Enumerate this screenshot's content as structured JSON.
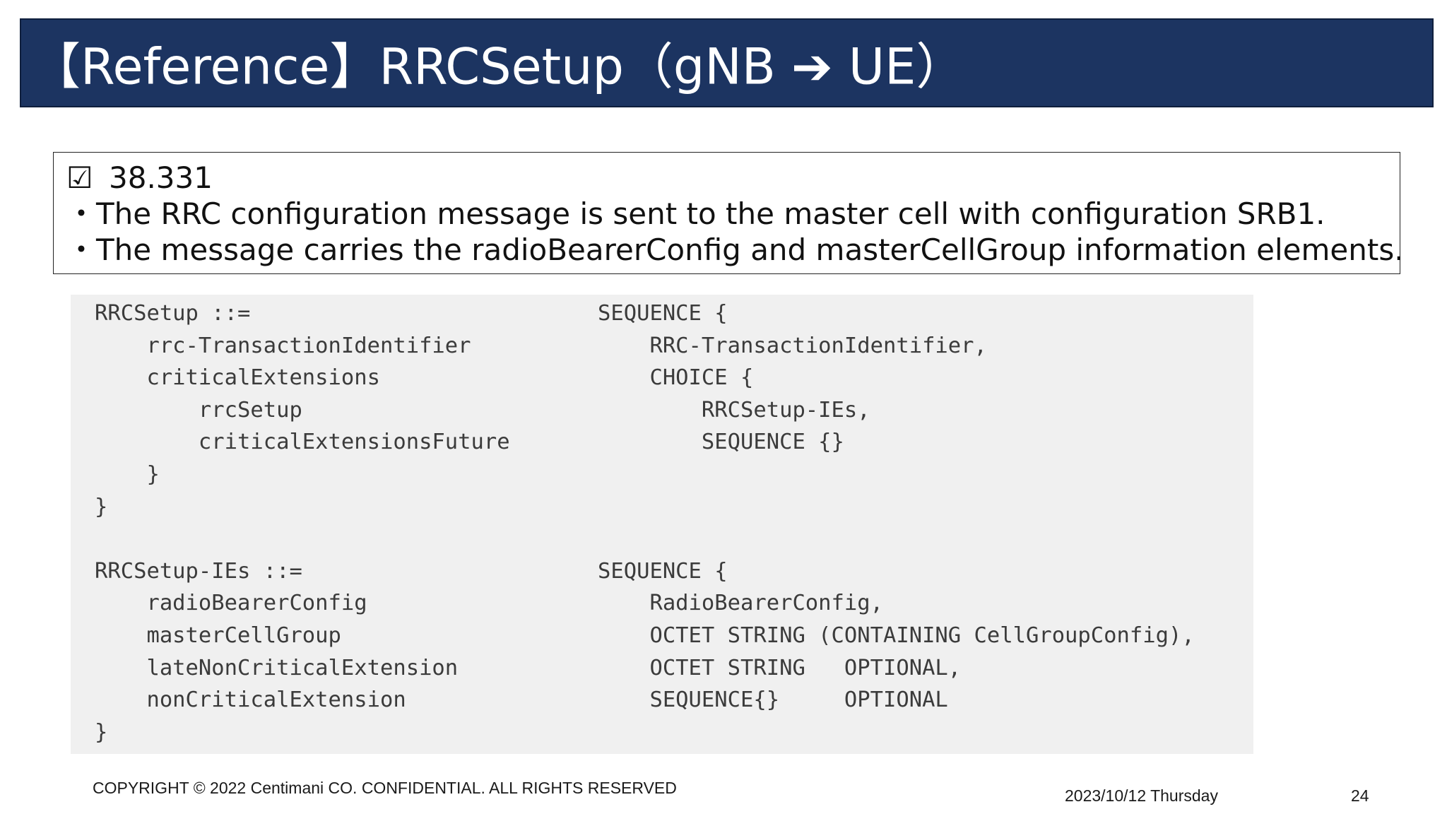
{
  "slide": {
    "title": "【Reference】RRCSetup（gNB ➔ UE）",
    "info": {
      "checkbox_icon": "ballot-box-with-check-icon",
      "checkbox_glyph": "☑",
      "spec": "38.331",
      "bullet1": "・The RRC configuration message is sent to the master cell with configuration SRB1.",
      "bullet2": "・The message carries the radioBearerConfig and masterCellGroup information elements."
    },
    "code": [
      {
        "left": "RRCSetup ::=",
        "right": "SEQUENCE {"
      },
      {
        "left": "    rrc-TransactionIdentifier",
        "right": "    RRC-TransactionIdentifier,"
      },
      {
        "left": "    criticalExtensions",
        "right": "    CHOICE {"
      },
      {
        "left": "        rrcSetup",
        "right": "        RRCSetup-IEs,"
      },
      {
        "left": "        criticalExtensionsFuture",
        "right": "        SEQUENCE {}"
      },
      {
        "left": "    }",
        "right": ""
      },
      {
        "left": "}",
        "right": ""
      },
      {
        "left": "",
        "right": ""
      },
      {
        "left": "RRCSetup-IEs ::=",
        "right": "SEQUENCE {"
      },
      {
        "left": "    radioBearerConfig",
        "right": "    RadioBearerConfig,"
      },
      {
        "left": "    masterCellGroup",
        "right": "    OCTET STRING (CONTAINING CellGroupConfig),"
      },
      {
        "left": "    lateNonCriticalExtension",
        "right": "    OCTET STRING   OPTIONAL,"
      },
      {
        "left": "    nonCriticalExtension",
        "right": "    SEQUENCE{}     OPTIONAL"
      },
      {
        "left": "}",
        "right": ""
      }
    ],
    "footer": {
      "copyright": "COPYRIGHT © 2022 Centimani CO. CONFIDENTIAL. ALL RIGHTS RESERVED",
      "date": "2023/10/12 Thursday",
      "page_number": "24"
    },
    "colors": {
      "title_bar": "#1c3461",
      "code_background": "#f0f0f0"
    }
  }
}
